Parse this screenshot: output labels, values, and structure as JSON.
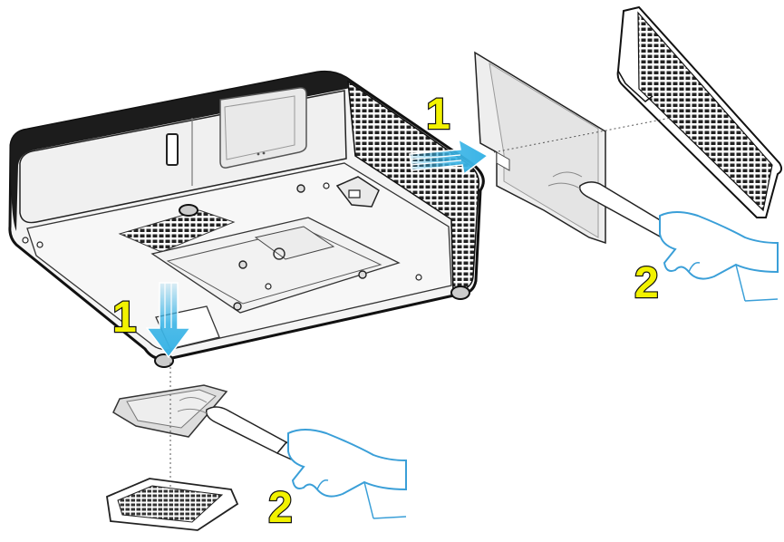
{
  "steps": {
    "top_remove": "1",
    "top_clean": "2",
    "bottom_remove": "1",
    "bottom_clean": "2"
  },
  "colors": {
    "arrow": "#3ab4e6",
    "number_fill": "#f2f200",
    "outline": "#111111",
    "hand": "#3a9fd8",
    "body": "#f4f4f4"
  },
  "icons": {
    "arrow_right": "arrow-right-icon",
    "arrow_down": "arrow-down-icon",
    "hand_brush": "hand-brush-icon"
  }
}
